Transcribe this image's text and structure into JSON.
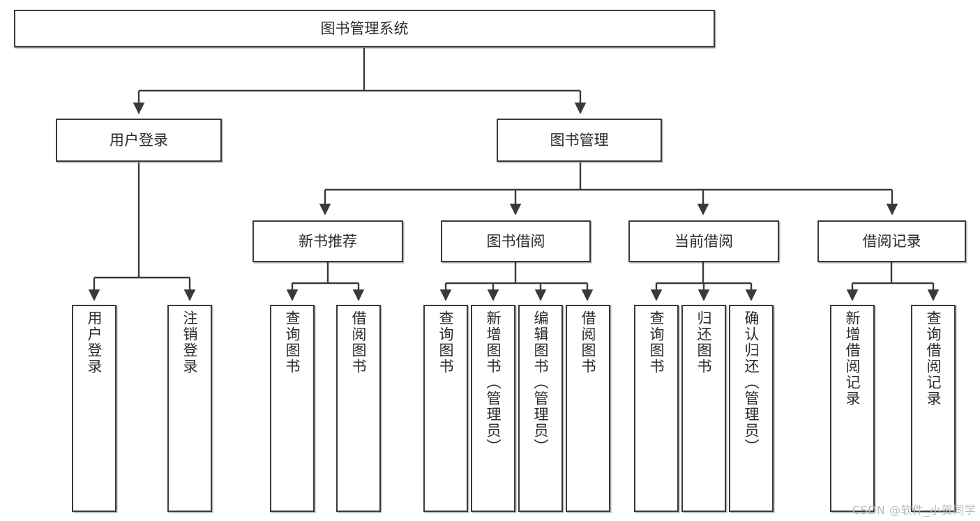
{
  "diagram": {
    "title": "图书管理系统",
    "type": "tree-hierarchy",
    "watermark": "CSDN @软件_小贺同学",
    "colors": {
      "stroke": "#3a3a3a",
      "fill": "#ffffff",
      "text": "#2b2b2b",
      "watermark": "#b9b9b9"
    },
    "nodes": {
      "root": {
        "label": "图书管理系统"
      },
      "level2": [
        {
          "id": "user-login",
          "label": "用户登录"
        },
        {
          "id": "book-manage",
          "label": "图书管理"
        }
      ],
      "level3": [
        {
          "id": "new-book-recommend",
          "label": "新书推荐"
        },
        {
          "id": "book-borrow",
          "label": "图书借阅"
        },
        {
          "id": "current-borrow",
          "label": "当前借阅"
        },
        {
          "id": "borrow-record",
          "label": "借阅记录"
        }
      ],
      "leaves": [
        {
          "id": "leaf-user-login",
          "label": "用户登录",
          "parent": "user-login"
        },
        {
          "id": "leaf-logout-login",
          "label": "注销登录",
          "parent": "user-login"
        },
        {
          "id": "leaf-query-book-1",
          "label": "查询图书",
          "parent": "new-book-recommend"
        },
        {
          "id": "leaf-borrow-book-1",
          "label": "借阅图书",
          "parent": "new-book-recommend"
        },
        {
          "id": "leaf-query-book-2",
          "label": "查询图书",
          "parent": "book-borrow"
        },
        {
          "id": "leaf-add-book",
          "label": "新增图书（管理员）",
          "parent": "book-borrow"
        },
        {
          "id": "leaf-edit-book",
          "label": "编辑图书（管理员）",
          "parent": "book-borrow"
        },
        {
          "id": "leaf-borrow-book-2",
          "label": "借阅图书",
          "parent": "book-borrow"
        },
        {
          "id": "leaf-query-book-3",
          "label": "查询图书",
          "parent": "current-borrow"
        },
        {
          "id": "leaf-return-book",
          "label": "归还图书",
          "parent": "current-borrow"
        },
        {
          "id": "leaf-confirm-return",
          "label": "确认归还（管理员）",
          "parent": "current-borrow"
        },
        {
          "id": "leaf-add-record",
          "label": "新增借阅记录",
          "parent": "borrow-record"
        },
        {
          "id": "leaf-query-record",
          "label": "查询借阅记录",
          "parent": "borrow-record"
        }
      ]
    }
  }
}
